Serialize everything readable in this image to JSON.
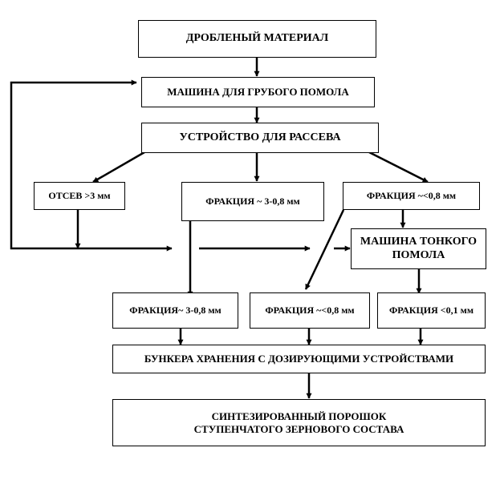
{
  "nodes": {
    "crushed_material": "ДРОБЛЕНЫЙ МАТЕРИАЛ",
    "coarse_mill": "МАШИНА ДЛЯ ГРУБОГО ПОМОЛА",
    "sieving_device": "УСТРОЙСТВО ДЛЯ РАССЕВА",
    "screenings": "ОТСЕВ  >3 мм",
    "fraction_3_08_top": "ФРАКЦИЯ ~ 3-0,8 мм",
    "fraction_lt08_top": "ФРАКЦИЯ ~<0,8 мм",
    "fine_mill_line1": "МАШИНА ТОНКОГО",
    "fine_mill_line2": "ПОМОЛА",
    "fraction_3_08_bottom": "ФРАКЦИЯ~ 3-0,8 мм",
    "fraction_lt08_bottom": "ФРАКЦИЯ ~<0,8 мм",
    "fraction_lt01": "ФРАКЦИЯ <0,1 мм",
    "storage_bunkers": "БУНКЕРА ХРАНЕНИЯ С ДОЗИРУЮЩИМИ УСТРОЙСТВАМИ",
    "powder_line1": "СИНТЕЗИРОВАННЫЙ ПОРОШОК",
    "powder_line2": "СТУПЕНЧАТОГО ЗЕРНОВОГО СОСТАВА"
  },
  "colors": {
    "line": "#000000",
    "background": "#ffffff"
  }
}
